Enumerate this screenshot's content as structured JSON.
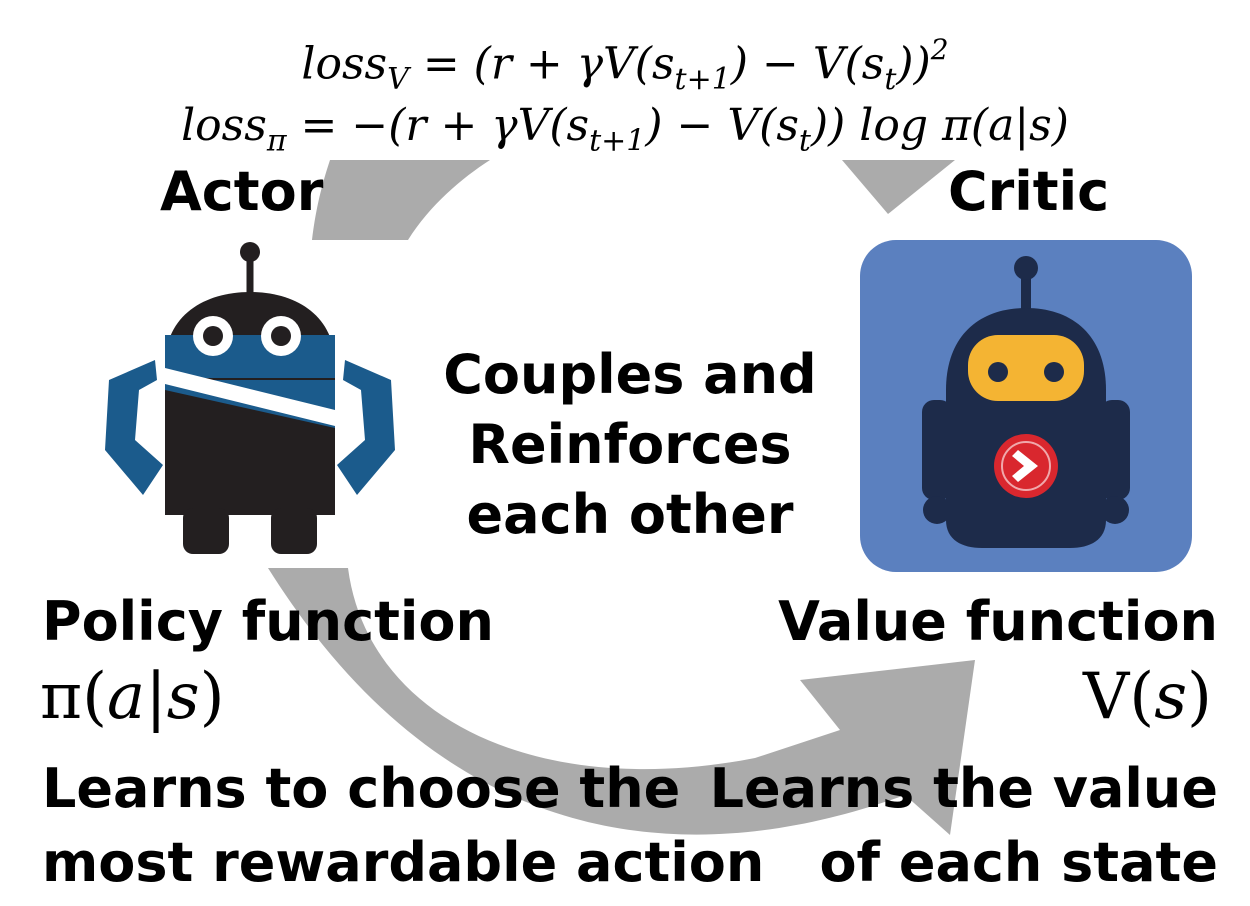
{
  "equations": {
    "loss_v": {
      "name": "loss",
      "sub": "V",
      "pre": "= (r + γV(s",
      "sub2": "t+1",
      "mid": ") − V(s",
      "sub3": "t",
      "post": "))",
      "sup": "2"
    },
    "loss_pi": {
      "name": "loss",
      "sub": "π",
      "pre": "= −(r + γV(s",
      "sub2": "t+1",
      "mid": ") − V(s",
      "sub3": "t",
      "post": ")) log π(a|s)"
    }
  },
  "actor": {
    "title": "Actor",
    "function_label": "Policy function",
    "math_prefix": "π(",
    "math_var": "a|s",
    "math_suffix": ")",
    "description_line1": "Learns to choose the",
    "description_line2": "most rewardable action"
  },
  "critic": {
    "title": "Critic",
    "function_label": "Value function",
    "math_prefix": "V(",
    "math_var": "s",
    "math_suffix": ")",
    "description_line1": "Learns the value",
    "description_line2": "of each state"
  },
  "center": {
    "line1": "Couples and",
    "line2": "Reinforces",
    "line3": "each other"
  },
  "colors": {
    "arrow": "#ababab",
    "actor_body": "#231f20",
    "actor_accent": "#1b5b8c",
    "critic_bg": "#5b80bf",
    "critic_body": "#1d2b4a",
    "critic_face": "#f4b433",
    "critic_badge": "#d9272e"
  },
  "icons": {
    "actor": "robot-icon",
    "critic": "robot-icon",
    "cycle": "circular-arrow-icon"
  }
}
